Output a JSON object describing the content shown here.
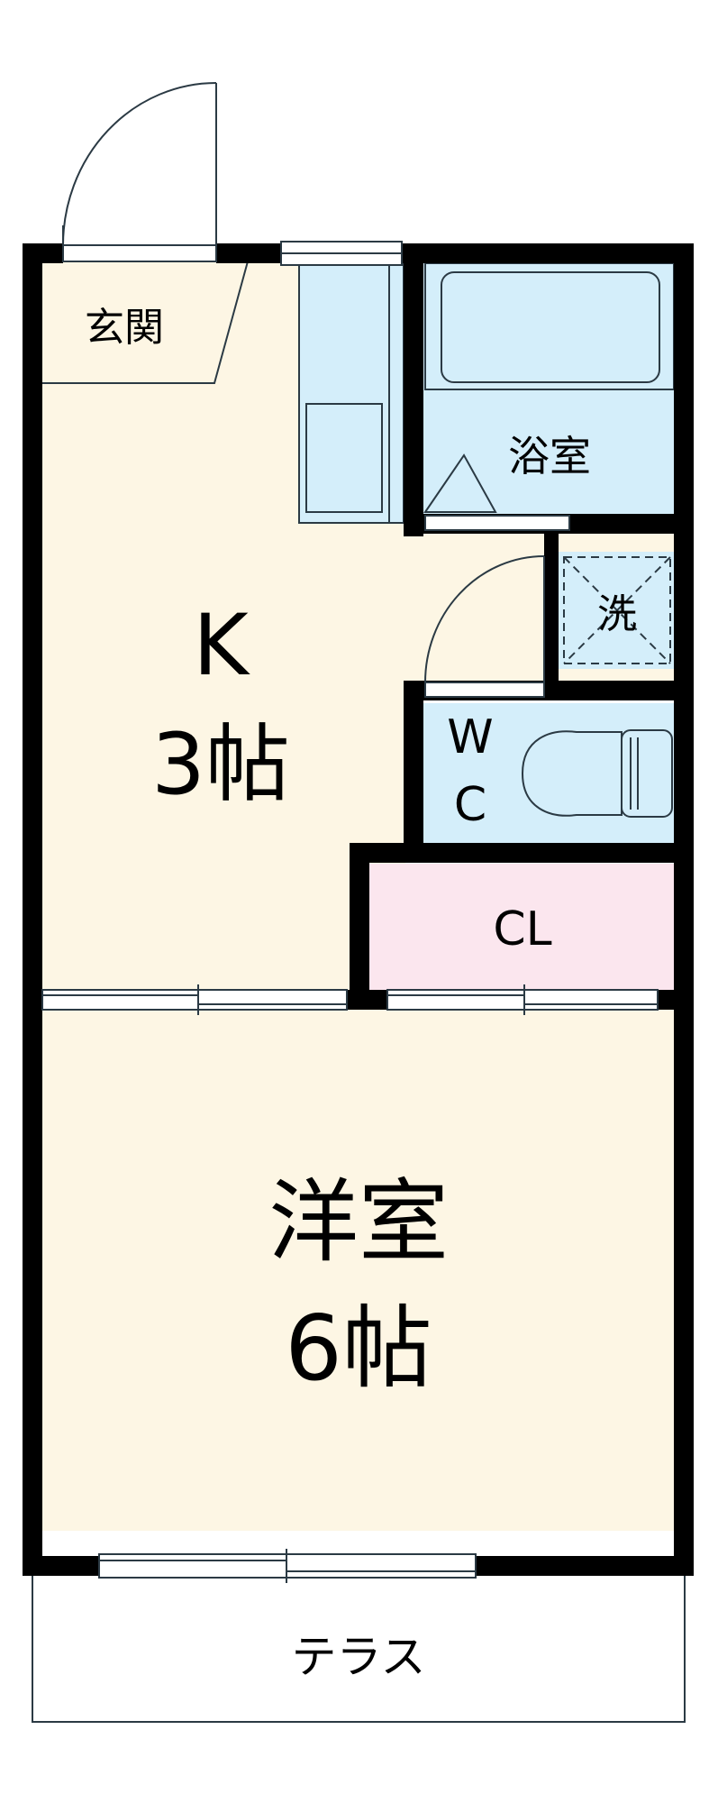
{
  "rooms": {
    "genkan": "玄関",
    "bath": "浴室",
    "kitchen": {
      "name": "K",
      "size": "3帖"
    },
    "washer": "洗",
    "toilet": {
      "line1": "W",
      "line2": "C"
    },
    "closet": "CL",
    "western": {
      "name": "洋室",
      "size": "6帖"
    },
    "terrace": "テラス"
  },
  "colors": {
    "wall": "#000000",
    "floor_wood": "#fdf6e4",
    "floor_wet": "#d4eefa",
    "closet": "#fbe6ee",
    "fixture_stroke": "#2b3a44",
    "window_frame": "#ffffff"
  }
}
